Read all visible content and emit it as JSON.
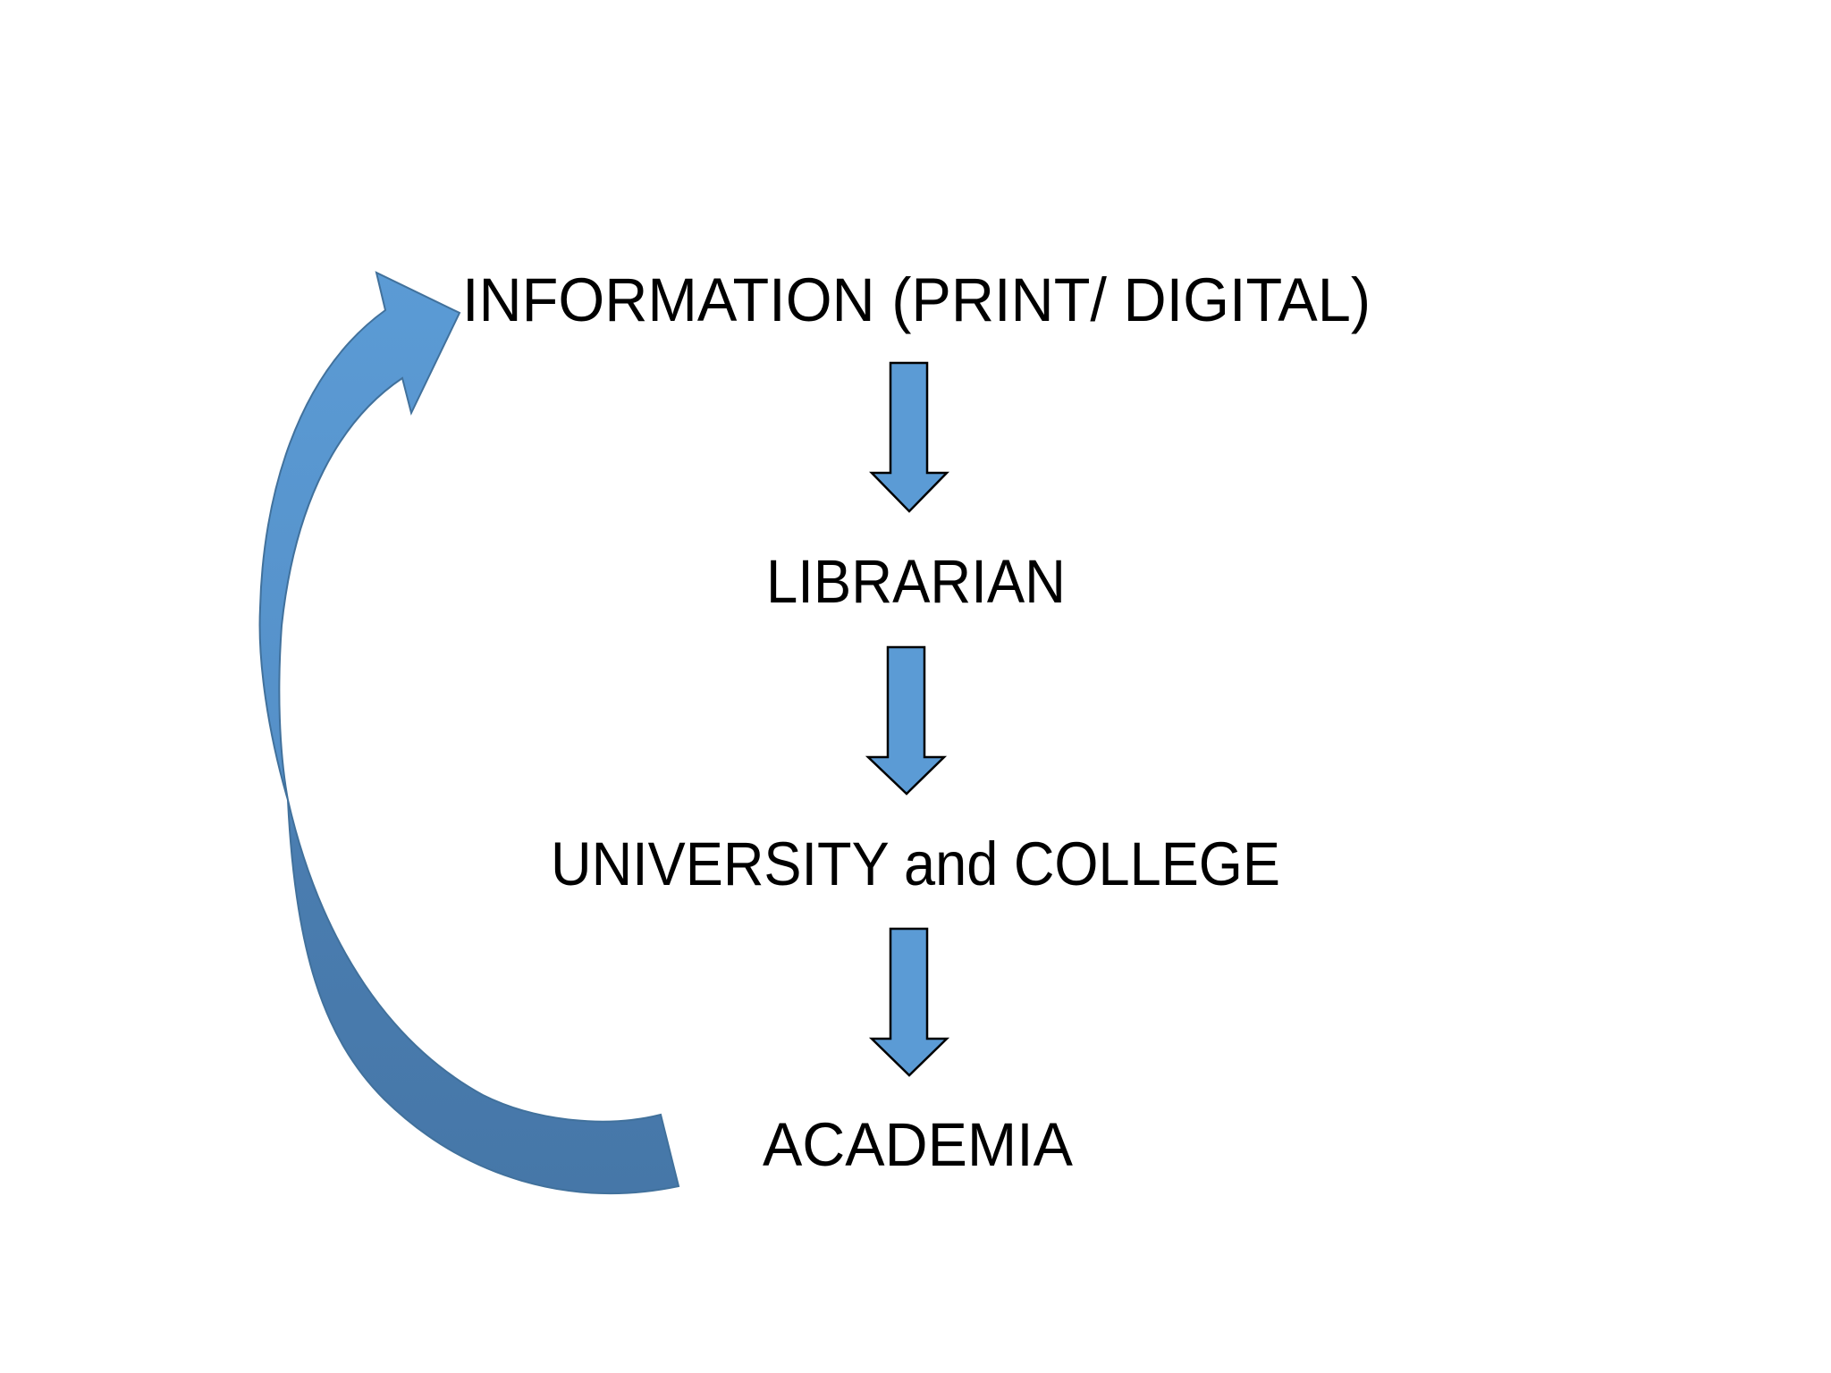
{
  "diagram": {
    "type": "flow-cycle",
    "nodes": [
      {
        "id": "information",
        "label": "INFORMATION (PRINT/ DIGITAL)"
      },
      {
        "id": "librarian",
        "label": "LIBRARIAN"
      },
      {
        "id": "university",
        "label": "UNIVERSITY and COLLEGE"
      },
      {
        "id": "academia",
        "label": "ACADEMIA"
      }
    ],
    "edges": [
      {
        "from": "information",
        "to": "librarian",
        "style": "block-arrow-down"
      },
      {
        "from": "librarian",
        "to": "university",
        "style": "block-arrow-down"
      },
      {
        "from": "university",
        "to": "academia",
        "style": "block-arrow-down"
      },
      {
        "from": "academia",
        "to": "information",
        "style": "curved-arrow-left"
      }
    ],
    "colors": {
      "arrow_fill": "#5B9BD5",
      "arrow_stroke": "#000000",
      "curve_top": "#5B9BD5",
      "curve_bottom": "#4677A8",
      "curve_stroke": "#41719C",
      "text": "#000000",
      "background": "#FFFFFF"
    }
  }
}
